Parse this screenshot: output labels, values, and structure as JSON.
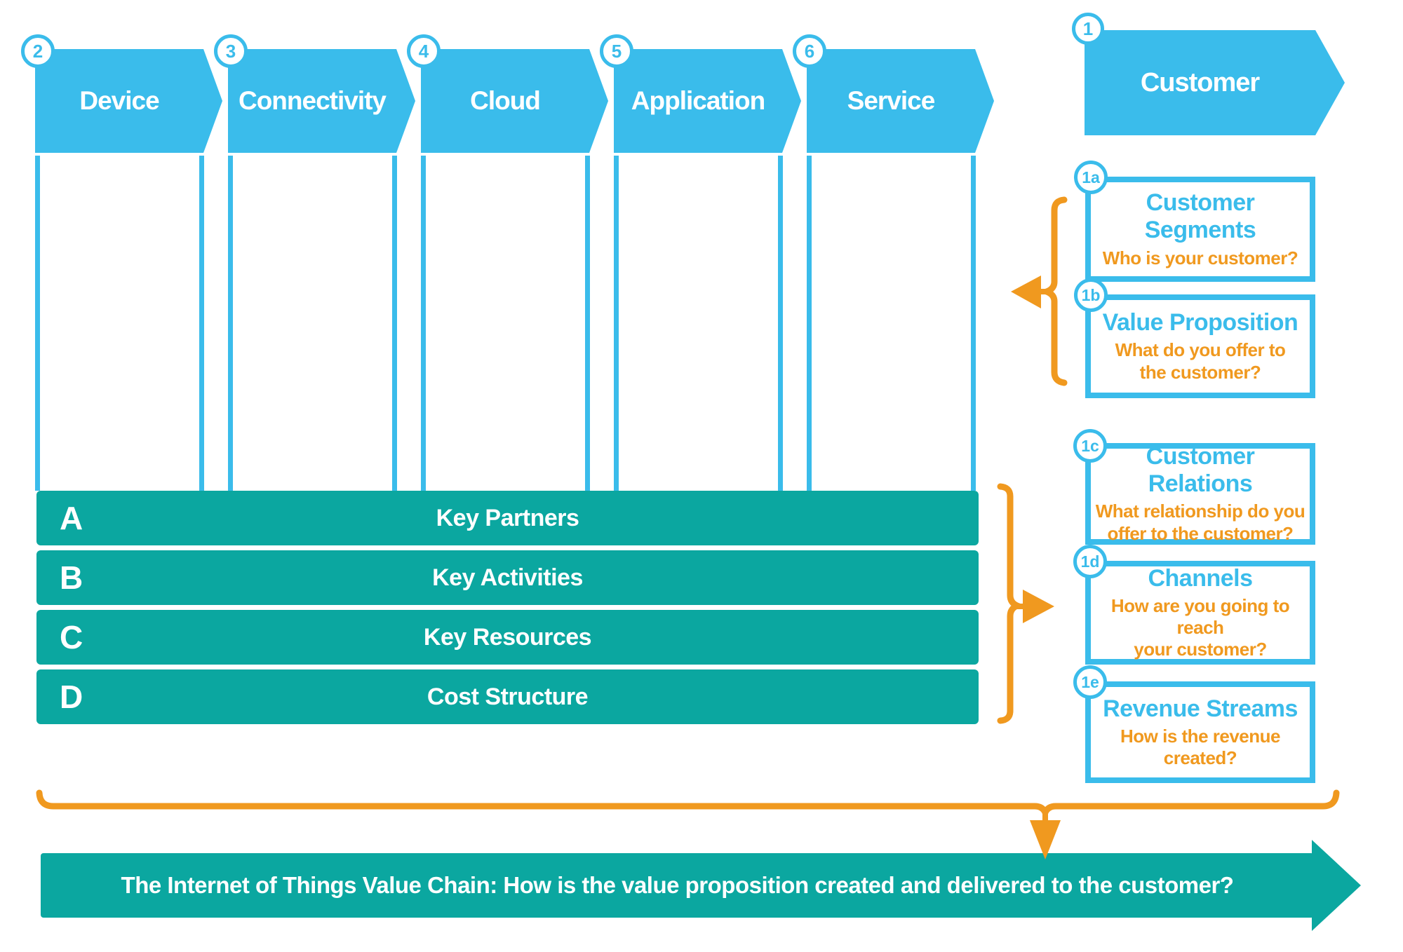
{
  "colors": {
    "blue": "#3abceb",
    "teal": "#0ba7a0",
    "orange": "#f0991f",
    "background": "#ffffff"
  },
  "chain_steps": [
    {
      "number": "2",
      "label": "Device"
    },
    {
      "number": "3",
      "label": "Connectivity"
    },
    {
      "number": "4",
      "label": "Cloud"
    },
    {
      "number": "5",
      "label": "Application"
    },
    {
      "number": "6",
      "label": "Service"
    }
  ],
  "customer": {
    "number": "1",
    "label": "Customer"
  },
  "customer_boxes": [
    {
      "number": "1a",
      "title": "Customer Segments",
      "subtitle": "Who is your customer?"
    },
    {
      "number": "1b",
      "title": "Value Proposition",
      "subtitle": "What do you offer to\nthe customer?"
    },
    {
      "number": "1c",
      "title": "Customer Relations",
      "subtitle": "What relationship do you\noffer to the customer?"
    },
    {
      "number": "1d",
      "title": "Channels",
      "subtitle": "How are you going to reach\nyour customer?"
    },
    {
      "number": "1e",
      "title": "Revenue Streams",
      "subtitle": "How is the revenue created?"
    }
  ],
  "key_rows": [
    {
      "letter": "A",
      "label": "Key Partners"
    },
    {
      "letter": "B",
      "label": "Key Activities"
    },
    {
      "letter": "C",
      "label": "Key Resources"
    },
    {
      "letter": "D",
      "label": "Cost Structure"
    }
  ],
  "footer": {
    "label": "The Internet of Things Value Chain: How is the value proposition created and delivered to the customer?"
  }
}
